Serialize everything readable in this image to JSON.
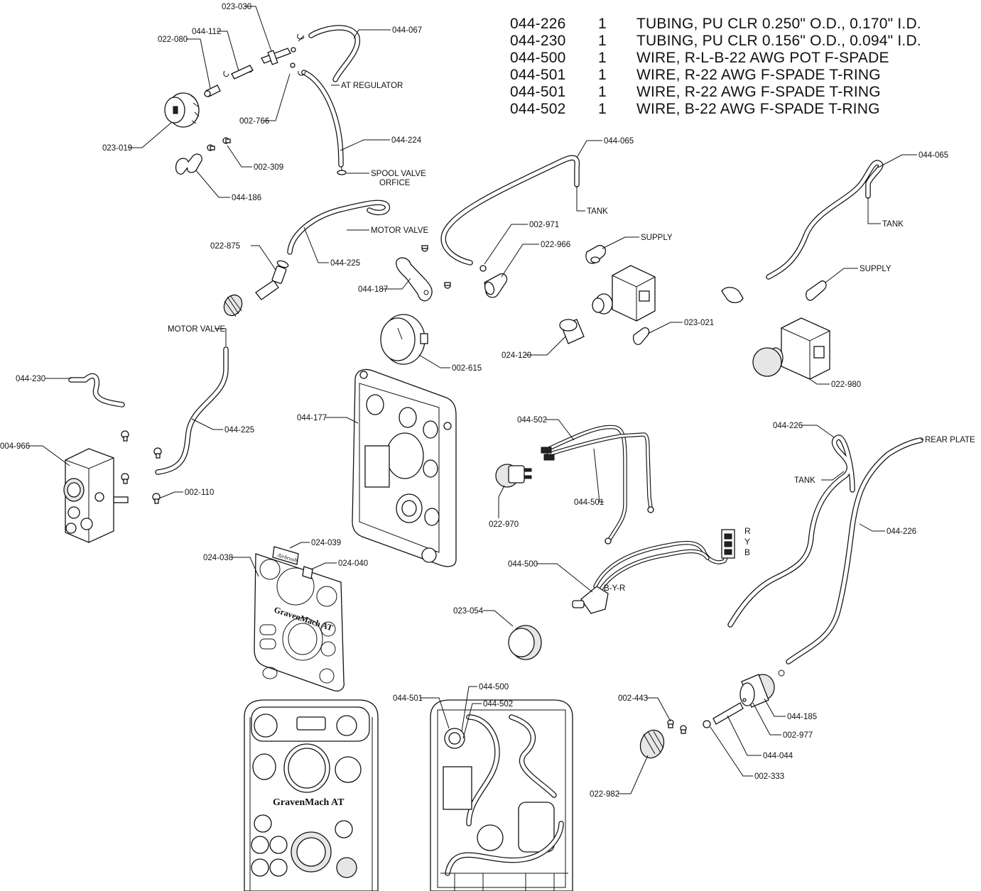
{
  "bom": [
    {
      "part": "044-226",
      "qty": "1",
      "desc": "TUBING, PU CLR 0.250\" O.D., 0.170\" I.D."
    },
    {
      "part": "044-230",
      "qty": "1",
      "desc": "TUBING, PU CLR 0.156\" O.D., 0.094\" I.D."
    },
    {
      "part": "044-500",
      "qty": "1",
      "desc": "WIRE, R-L-B-22 AWG POT F-SPADE"
    },
    {
      "part": "044-501",
      "qty": "1",
      "desc": "WIRE, R-22 AWG F-SPADE T-RING"
    },
    {
      "part": "044-501",
      "qty": "1",
      "desc": "WIRE, R-22 AWG F-SPADE T-RING"
    },
    {
      "part": "044-502",
      "qty": "1",
      "desc": "WIRE, B-22 AWG F-SPADE T-RING"
    }
  ],
  "callouts": {
    "c023_030": "023-030",
    "c044_112": "044-112",
    "c022_080": "022-080",
    "c044_067": "044-067",
    "c002_766": "002-766",
    "c023_019": "023-019",
    "c044_224": "044-224",
    "c002_309": "002-309",
    "c044_186": "044-186",
    "c044_065a": "044-065",
    "c044_065b": "044-065",
    "c022_875": "022-875",
    "c044_225a": "044-225",
    "c002_971": "002-971",
    "c022_966": "022-966",
    "c044_187": "044-187",
    "c023_021": "023-021",
    "c024_120": "024-120",
    "c002_615": "002-615",
    "c022_980": "022-980",
    "c044_230": "044-230",
    "c044_225b": "044-225",
    "c004_966": "004-966",
    "c044_177": "044-177",
    "c002_110": "002-110",
    "c044_502a": "044-502",
    "c044_501a": "044-501",
    "c022_970": "022-970",
    "c044_226a": "044-226",
    "c044_226b": "044-226",
    "c044_500a": "044-500",
    "c024_038": "024-038",
    "c024_039": "024-039",
    "c024_040": "024-040",
    "c023_054": "023-054",
    "c044_501b": "044-501",
    "c044_500b": "044-500",
    "c044_502b": "044-502",
    "c002_443": "002-443",
    "c044_185": "044-185",
    "c002_977": "002-977",
    "c044_044": "044-044",
    "c002_333": "002-333",
    "c022_982": "022-982"
  },
  "notes": {
    "at_regulator": "AT REGULATOR",
    "spool_valve_1": "SPOOL VALVE",
    "spool_valve_2": "ORFICE",
    "tank_a": "TANK",
    "tank_b": "TANK",
    "tank_c": "TANK",
    "motor_valve_a": "MOTOR VALVE",
    "motor_valve_b": "MOTOR VALVE",
    "supply_a": "SUPPLY",
    "supply_b": "SUPPLY",
    "rear_plate": "REAR PLATE",
    "wire_r": "R",
    "wire_y": "Y",
    "wire_b": "B",
    "wire_byr": "B-Y-R"
  },
  "label_art": {
    "brand": "Airbrush",
    "model": "GravenMach AT"
  }
}
